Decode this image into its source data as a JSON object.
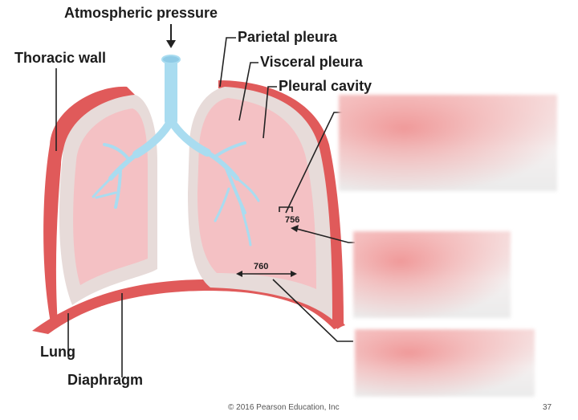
{
  "labels": {
    "atmospheric_pressure": "Atmospheric pressure",
    "parietal_pleura": "Parietal pleura",
    "visceral_pleura": "Visceral pleura",
    "pleural_cavity": "Pleural cavity",
    "thoracic_wall": "Thoracic wall",
    "lung": "Lung",
    "diaphragm": "Diaphragm"
  },
  "values": {
    "intrapleural": "756",
    "intrapulmonary": "760"
  },
  "footer": {
    "copyright": "© 2016 Pearson Education, Inc",
    "page_number": "37"
  },
  "colors": {
    "thoracic_wall": "#e05a5a",
    "pleura": "#e6dad8",
    "lung": "#f4c1c4",
    "airway": "#a9dcf0"
  }
}
